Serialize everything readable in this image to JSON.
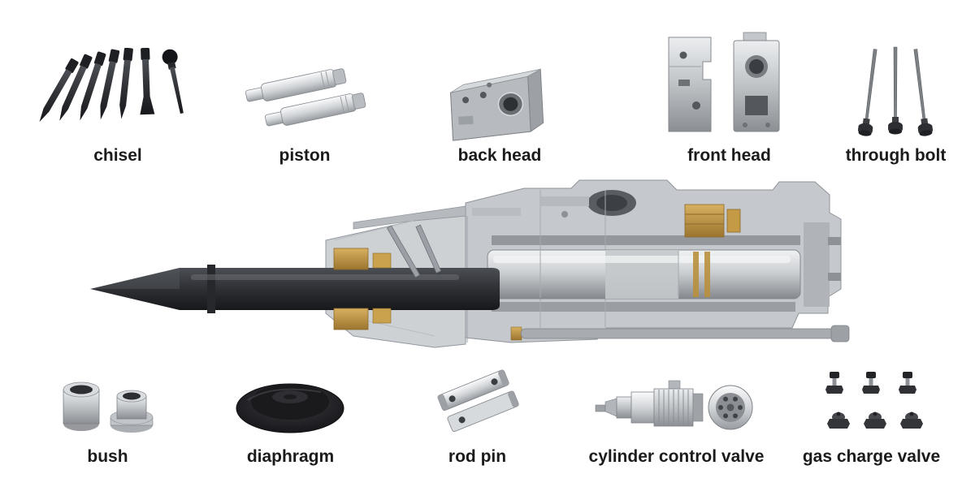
{
  "page": {
    "background": "#ffffff",
    "label_color": "#1b1b1b",
    "accent_gold": "#b8903e",
    "metal_grey": "#c3c7ca"
  },
  "top_parts": [
    {
      "id": "chisel",
      "label": "chisel",
      "image": "chisel-set-image"
    },
    {
      "id": "piston",
      "label": "piston",
      "image": "piston-pair-image"
    },
    {
      "id": "back-head",
      "label": "back head",
      "image": "back-head-block-image"
    },
    {
      "id": "front-head",
      "label": "front head",
      "image": "front-head-blocks-image"
    },
    {
      "id": "through-bolt",
      "label": "through bolt",
      "image": "through-bolt-rods-image"
    }
  ],
  "bottom_parts": [
    {
      "id": "bush",
      "label": "bush",
      "image": "bush-cylinders-image"
    },
    {
      "id": "diaphragm",
      "label": "diaphragm",
      "image": "diaphragm-dome-image"
    },
    {
      "id": "rod-pin",
      "label": "rod pin",
      "image": "rod-pin-bars-image"
    },
    {
      "id": "cylinder-control-valve",
      "label": "cylinder control valve",
      "image": "cylinder-control-valve-image"
    },
    {
      "id": "gas-charge-valve",
      "label": "gas charge valve",
      "image": "gas-charge-valve-set-image"
    }
  ],
  "center": {
    "name": "hydraulic breaker cutaway illustration"
  }
}
